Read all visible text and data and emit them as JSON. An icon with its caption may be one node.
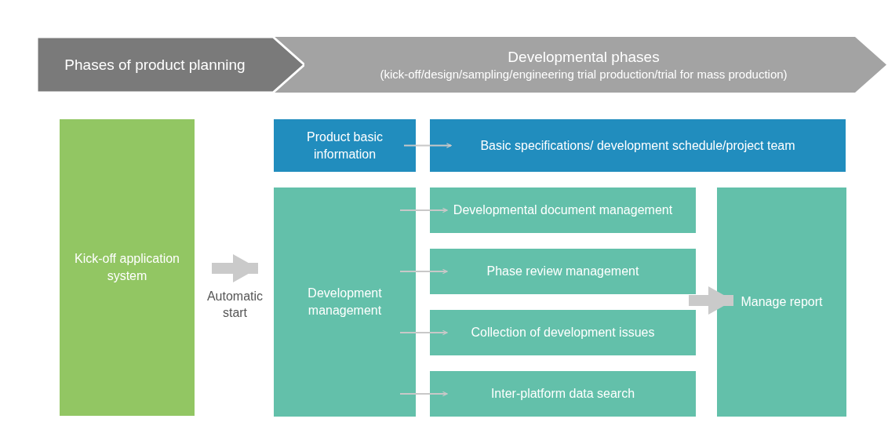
{
  "diagram": {
    "nodes": [
      {
        "text": [
          "Phases of product planning"
        ]
      },
      {
        "text": [
          "Developmental phases",
          "(kick-off/design/sampling/engineering trial production/trial for mass production)"
        ]
      },
      {
        "text": [
          "Kick-off application system"
        ]
      },
      {
        "text": [
          "Product basic information"
        ]
      },
      {
        "text": [
          "Basic specifications/ development schedule/project team"
        ]
      },
      {
        "text": [
          "Development management"
        ]
      },
      {
        "text": [
          "Developmental document management"
        ]
      },
      {
        "text": [
          "Phase review management"
        ]
      },
      {
        "text": [
          "Collection of development issues"
        ]
      },
      {
        "text": [
          "Inter-platform data search"
        ]
      },
      {
        "text": [
          "Manage report"
        ]
      }
    ],
    "edges": [
      {
        "from": 2,
        "to": 5,
        "arrow": "to",
        "label": "Automatic start",
        "style": "thick"
      },
      {
        "from": 3,
        "to": 4,
        "arrow": "to"
      },
      {
        "from": 5,
        "to": 6,
        "arrow": "to"
      },
      {
        "from": 5,
        "to": 7,
        "arrow": "to"
      },
      {
        "from": 5,
        "to": 8,
        "arrow": "to"
      },
      {
        "from": 5,
        "to": 9,
        "arrow": "to"
      },
      {
        "from": 7,
        "to": 10,
        "arrow": "to",
        "style": "thick"
      }
    ]
  }
}
